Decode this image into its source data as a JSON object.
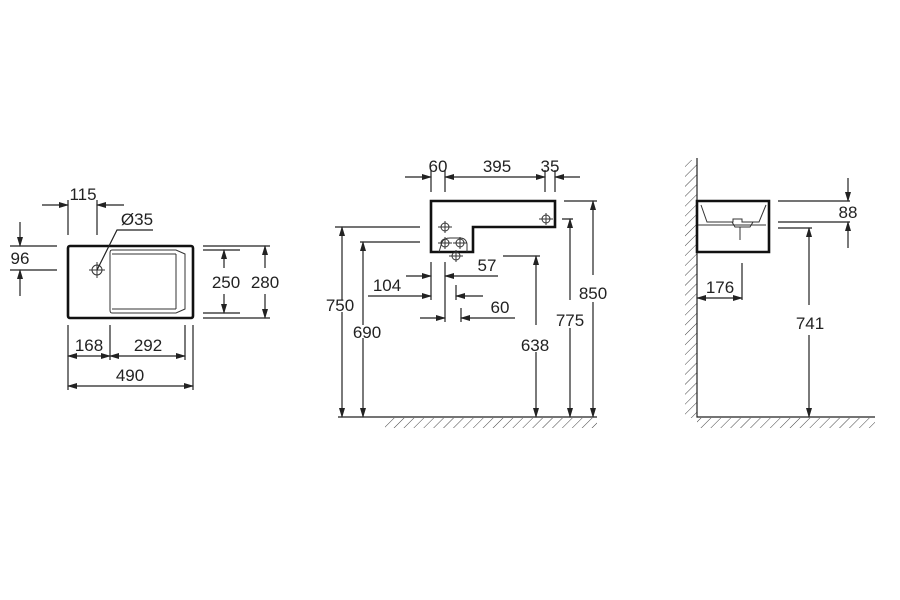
{
  "top_view": {
    "d_115": "115",
    "d_dia35": "Ø35",
    "d_96": "96",
    "d_250": "250",
    "d_280": "280",
    "d_168": "168",
    "d_292": "292",
    "d_490": "490"
  },
  "front_view": {
    "d_60_top": "60",
    "d_395": "395",
    "d_35": "35",
    "d_750": "750",
    "d_690": "690",
    "d_57": "57",
    "d_104": "104",
    "d_60_low": "60",
    "d_638": "638",
    "d_775": "775",
    "d_850": "850"
  },
  "side_view": {
    "d_88": "88",
    "d_176": "176",
    "d_741": "741"
  }
}
